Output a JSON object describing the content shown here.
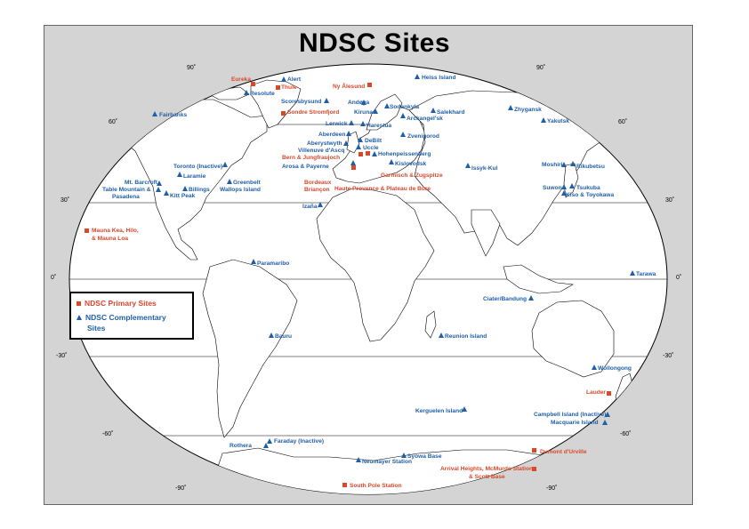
{
  "title": "NDSC Sites",
  "latitude_labels": {
    "lat90n": "90˚",
    "lat60n": "60˚",
    "lat30n": "30˚",
    "lat0": "0˚",
    "lat30s": "-30˚",
    "lat60s": "-60˚",
    "lat90s": "-90˚"
  },
  "legend": {
    "primary": "NDSC Primary Sites",
    "complementary_line1": "NDSC Complementary",
    "complementary_line2": "Sites"
  },
  "colors": {
    "primary": "#d9482b",
    "complementary": "#1f5fa8",
    "land": "#ffffff",
    "background": "#d4d4d4"
  },
  "sites": {
    "eureka": "Eureka",
    "alert": "Alert",
    "thule": "Thule",
    "resolute": "Resolute",
    "ny_alesund": "Ny Ålesund",
    "heiss_island": "Heiss Island",
    "fairbanks": "Fairbanks",
    "scoresbysund": "Scoresbysund",
    "sondre_stromfjord": "Sondre Stromfjord",
    "andoya": "Andøya",
    "sodankyla": "Sodankyla",
    "kiruna": "Kiruna",
    "salekhard": "Salekhard",
    "arckangelsk": "Arckangel'sk",
    "zhygansk": "Zhygansk",
    "yakutsk": "Yakutsk",
    "lerwick": "Lerwick",
    "harestua": "Harestua",
    "aberdeen": "Aberdeen",
    "zvenigorod": "Zvenigorod",
    "aberystwyth": "Aberystwyth",
    "debilt": "DeBilt",
    "uccle": "Uccle",
    "villenuve": "Villenuve d'Ascq",
    "bern": "Bern & Jungfraujoch",
    "hohenpeissenberg": "Hohenpeissenberg",
    "arosa": "Arosa & Payerne",
    "garmisch": "Garmisch & Zugspitze",
    "bordeaux": "Bordeaux",
    "briancon": "Briançon",
    "haute_provence": "Haute Provence & Plateau de Bure",
    "kislovodsk": "Kislovodsk",
    "issyk_kul": "Issyk-Kul",
    "moshiri": "Moshiri",
    "rikubetsu": "Rikubetsu",
    "suwon": "Suwon",
    "tsukuba": "Tsukuba",
    "kiso": "Kiso & Toyokawa",
    "toronto": "Toronto (Inactive)",
    "laramie": "Laramie",
    "mt_barcroft": "Mt. Barcroft",
    "table_mountain_1": "Table Mountain &",
    "table_mountain_2": "Pasadena",
    "billings": "Billings",
    "kitt_peak": "Kitt Peak",
    "greenbelt": "Greenbelt",
    "wallops": "Wallops Island",
    "izana": "Izaña",
    "mauna_kea_1": "Mauna Kea, Hilo,",
    "mauna_kea_2": "& Mauna Loa",
    "paramaribo": "Paramaribo",
    "tarawa": "Tarawa",
    "ciater": "Ciater/Bandung",
    "bauru": "Bauru",
    "reunion": "Reunion Island",
    "wollongong": "Wollongong",
    "lauder": "Lauder",
    "kerguelen": "Kerguelen Island",
    "campbell": "Campbell Island (Inactive)",
    "macquarie": "Macquarie Island",
    "rothera": "Rothera",
    "faraday": "Faraday (Inactive)",
    "syowa": "Syowa Base",
    "dumont": "Dumont d'Urville",
    "neumayer": "Neumayer Station",
    "arrival_1": "Arrival Heights, McMurdo Station",
    "arrival_2": "& Scott Base",
    "south_pole": "South Pole Station"
  }
}
